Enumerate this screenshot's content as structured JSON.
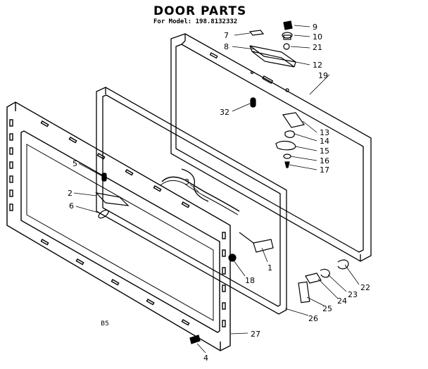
{
  "diagram": {
    "title": "DOOR PARTS",
    "model_label": "For Model: 198.8132332",
    "drawing_code": "B5"
  },
  "callouts": [
    {
      "id": "9",
      "label": "9"
    },
    {
      "id": "10",
      "label": "10"
    },
    {
      "id": "21",
      "label": "21"
    },
    {
      "id": "7",
      "label": "7"
    },
    {
      "id": "8",
      "label": "8"
    },
    {
      "id": "12",
      "label": "12"
    },
    {
      "id": "19",
      "label": "19"
    },
    {
      "id": "32",
      "label": "32"
    },
    {
      "id": "13",
      "label": "13"
    },
    {
      "id": "14",
      "label": "14"
    },
    {
      "id": "15",
      "label": "15"
    },
    {
      "id": "16",
      "label": "16"
    },
    {
      "id": "17",
      "label": "17"
    },
    {
      "id": "5",
      "label": "5"
    },
    {
      "id": "3",
      "label": "3"
    },
    {
      "id": "2",
      "label": "2"
    },
    {
      "id": "6",
      "label": "6"
    },
    {
      "id": "1",
      "label": "1"
    },
    {
      "id": "18",
      "label": "18"
    },
    {
      "id": "22",
      "label": "22"
    },
    {
      "id": "23",
      "label": "23"
    },
    {
      "id": "24",
      "label": "24"
    },
    {
      "id": "25",
      "label": "25"
    },
    {
      "id": "26",
      "label": "26"
    },
    {
      "id": "27",
      "label": "27"
    },
    {
      "id": "4",
      "label": "4"
    }
  ]
}
